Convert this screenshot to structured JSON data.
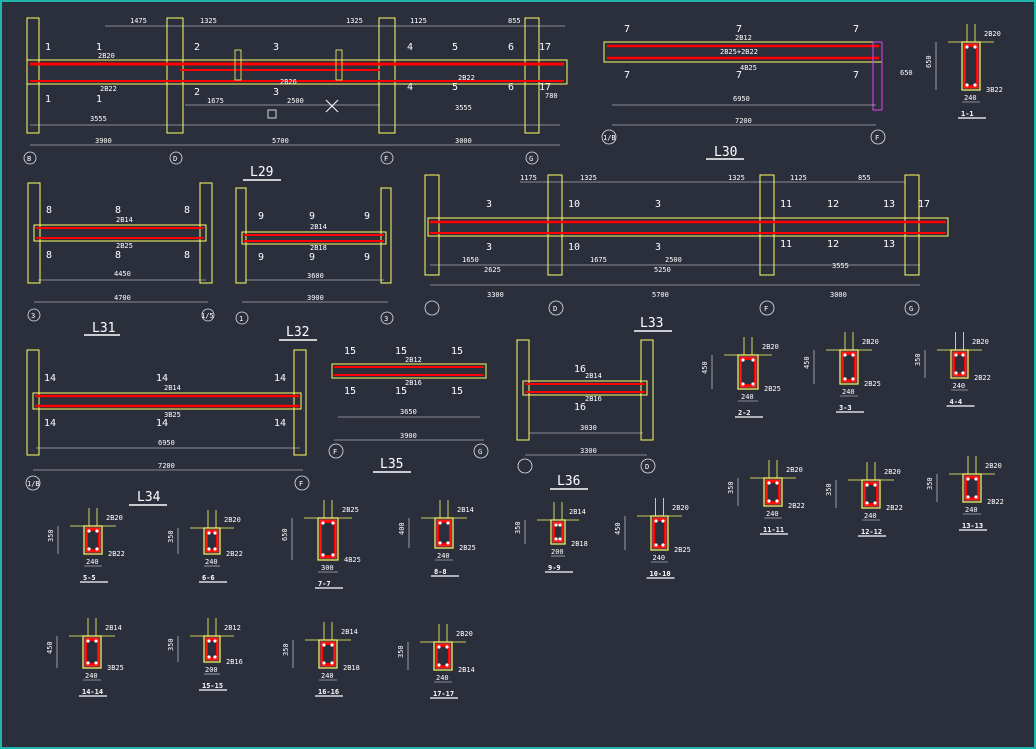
{
  "colors": {
    "background": "#2b2f3b",
    "frame": "#1fb5ad",
    "beam": "#ff0000",
    "outline": "#ffff66",
    "dim": "#e6e6e6",
    "hatch": "#e040fb"
  },
  "beams": [
    {
      "key": "b0",
      "labels": [
        {
          "k": "a1",
          "text": "1"
        },
        {
          "k": "a2",
          "text": "1"
        },
        {
          "k": "a3",
          "text": "2"
        },
        {
          "k": "a4",
          "text": "3"
        },
        {
          "k": "a5",
          "text": "4"
        },
        {
          "k": "a6",
          "text": "5"
        },
        {
          "k": "a7",
          "text": "6"
        },
        {
          "k": "a8",
          "text": "17"
        },
        {
          "k": "b1",
          "text": "1"
        },
        {
          "k": "b2",
          "text": "1"
        },
        {
          "k": "b3",
          "text": "2"
        },
        {
          "k": "b4",
          "text": "3"
        },
        {
          "k": "b5",
          "text": "4"
        },
        {
          "k": "b6",
          "text": "5"
        },
        {
          "k": "b7",
          "text": "6"
        },
        {
          "k": "b8",
          "text": "17"
        }
      ],
      "dims": [
        {
          "k": "d1",
          "text": "1475"
        },
        {
          "k": "d2",
          "text": "1325"
        },
        {
          "k": "d3",
          "text": "1325"
        },
        {
          "k": "d4",
          "text": "1125"
        },
        {
          "k": "d5",
          "text": "855"
        },
        {
          "k": "d6",
          "text": "3555"
        },
        {
          "k": "d7",
          "text": "1675"
        },
        {
          "k": "d8",
          "text": "2500"
        },
        {
          "k": "d9",
          "text": "3555"
        },
        {
          "k": "d10",
          "text": "3900"
        },
        {
          "k": "d11",
          "text": "5700"
        },
        {
          "k": "d12",
          "text": "3000"
        },
        {
          "k": "d13",
          "text": "780"
        }
      ],
      "rebar": [
        {
          "k": "r1",
          "text": "2B20"
        },
        {
          "k": "r2",
          "text": "2B22"
        },
        {
          "k": "r3",
          "text": "2B26"
        },
        {
          "k": "r4",
          "text": "2B22"
        }
      ],
      "axes": [
        {
          "k": "x1",
          "text": "B"
        },
        {
          "k": "x2",
          "text": "D"
        },
        {
          "k": "x3",
          "text": "F"
        },
        {
          "k": "x4",
          "text": "G"
        }
      ]
    }
  ],
  "titles": {
    "L29": "L29",
    "L30": "L30",
    "L31": "L31",
    "L32": "L32",
    "L33": "L33",
    "L34": "L34",
    "L35": "L35",
    "L36": "L36"
  },
  "l30": {
    "labels": [
      "7",
      "7",
      "7",
      "7",
      "7",
      "7"
    ],
    "rebar_top": "2B12",
    "rebar_mid": "2B25+2B22",
    "rebar_bot": "4B25",
    "dim_clear": "6950",
    "dim_span": "7200",
    "axes": [
      "1/B",
      "F"
    ],
    "height": "650"
  },
  "l31": {
    "label": "8",
    "rebar_top": "2B14",
    "rebar_bot": "2B25",
    "dim_clear": "4450",
    "dim_span": "4700",
    "axes": [
      "3",
      "1/5"
    ]
  },
  "l32": {
    "label": "9",
    "rebar_top": "2B14",
    "rebar_bot": "2B18",
    "dim_clear": "3600",
    "dim_span": "3900",
    "axes": [
      "1",
      "3"
    ]
  },
  "l33": {
    "labels": [
      "3",
      "10",
      "3",
      "11",
      "12",
      "13",
      "17"
    ],
    "dims_top": [
      "1175",
      "1325",
      "1325",
      "1125",
      "855"
    ],
    "dims_bot": [
      "1650",
      "2625",
      "1675",
      "2500",
      "5250",
      "3555"
    ],
    "spans": [
      "3300",
      "5700",
      "3000"
    ],
    "axes": [
      "",
      "D",
      "F",
      "G"
    ]
  },
  "l34": {
    "label": "14",
    "rebar_top": "2B14",
    "rebar_bot": "3B25",
    "dim_clear": "6950",
    "dim_span": "7200",
    "axes": [
      "1/B",
      "F"
    ]
  },
  "l35": {
    "label": "15",
    "rebar_top": "2B12",
    "rebar_bot": "2B16",
    "dim_clear": "3650",
    "dim_span": "3900",
    "axes": [
      "F",
      "G"
    ]
  },
  "l36": {
    "label": "16",
    "rebar_top": "2B14",
    "rebar_bot": "2B16",
    "dim_clear": "3030",
    "dim_span": "3300",
    "axes": [
      "",
      "D"
    ]
  },
  "sections": [
    {
      "k": "s1",
      "name": "1-1",
      "top": "2B20",
      "bot": "3B22",
      "w": "240",
      "h": "650"
    },
    {
      "k": "s2",
      "name": "2-2",
      "top": "2B20",
      "bot": "2B25",
      "w": "240",
      "h": "450"
    },
    {
      "k": "s3",
      "name": "3-3",
      "top": "2B20",
      "bot": "2B25",
      "w": "240",
      "h": "450"
    },
    {
      "k": "s4",
      "name": "4-4",
      "top": "2B20",
      "bot": "2B22",
      "w": "240",
      "h": "350"
    },
    {
      "k": "s5",
      "name": "5-5",
      "top": "2B20",
      "bot": "2B22",
      "w": "240",
      "h": "350"
    },
    {
      "k": "s6",
      "name": "6-6",
      "top": "2B20",
      "bot": "2B22",
      "w": "240",
      "h": "350"
    },
    {
      "k": "s7",
      "name": "7-7",
      "top": "2B25",
      "bot": "4B25",
      "w": "300",
      "h": "650"
    },
    {
      "k": "s8",
      "name": "8-8",
      "top": "2B14",
      "bot": "2B25",
      "w": "240",
      "h": "400"
    },
    {
      "k": "s9",
      "name": "9-9",
      "top": "2B14",
      "bot": "2B18",
      "w": "200",
      "h": "350"
    },
    {
      "k": "s10",
      "name": "10-10",
      "top": "2B20",
      "bot": "2B25",
      "w": "240",
      "h": "450"
    },
    {
      "k": "s11",
      "name": "11-11",
      "top": "2B20",
      "bot": "2B22",
      "w": "240",
      "h": "350"
    },
    {
      "k": "s12",
      "name": "12-12",
      "top": "2B20",
      "bot": "2B22",
      "w": "240",
      "h": "350"
    },
    {
      "k": "s13",
      "name": "13-13",
      "top": "2B20",
      "bot": "2B22",
      "w": "240",
      "h": "350"
    },
    {
      "k": "s14",
      "name": "14-14",
      "top": "2B14",
      "bot": "3B25",
      "w": "240",
      "h": "450"
    },
    {
      "k": "s15",
      "name": "15-15",
      "top": "2B12",
      "bot": "2B16",
      "w": "200",
      "h": "350"
    },
    {
      "k": "s16",
      "name": "16-16",
      "top": "2B14",
      "bot": "2B18",
      "w": "240",
      "h": "350"
    },
    {
      "k": "s17",
      "name": "17-17",
      "top": "2B20",
      "bot": "2B14",
      "w": "240",
      "h": "350"
    }
  ]
}
